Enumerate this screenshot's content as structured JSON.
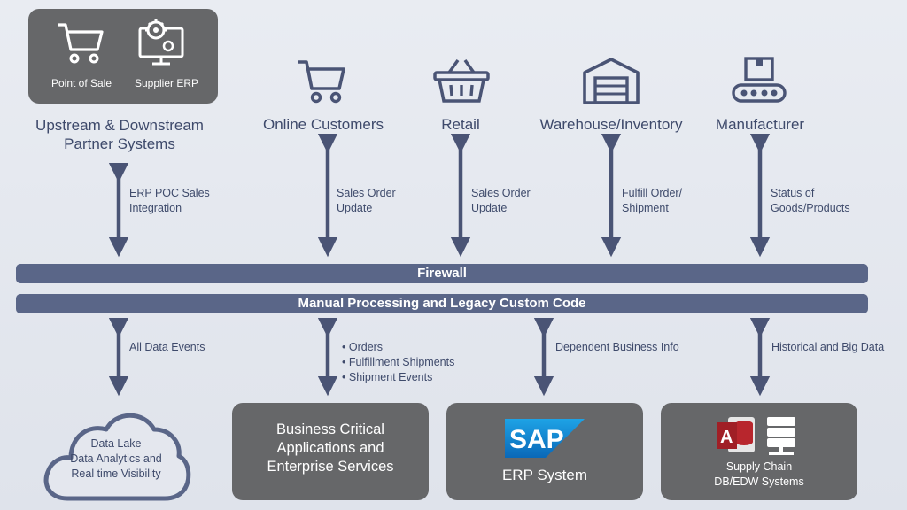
{
  "partner_box": {
    "items": [
      {
        "label": "Point of Sale",
        "icon": "cart-icon"
      },
      {
        "label": "Supplier ERP",
        "icon": "monitor-gear-icon"
      }
    ]
  },
  "entities": {
    "upstream": "Upstream & Downstream Partner Systems",
    "online": "Online Customers",
    "retail": "Retail",
    "warehouse": "Warehouse/Inventory",
    "manufacturer": "Manufacturer"
  },
  "upper_edges": {
    "upstream": "ERP POC Sales Integration",
    "online": "Sales Order Update",
    "retail": "Sales Order Update",
    "warehouse": "Fulfill Order/ Shipment",
    "manufacturer": "Status of Goods/Products"
  },
  "bars": {
    "firewall": "Firewall",
    "manual": "Manual Processing and Legacy Custom Code"
  },
  "lower_edges": {
    "datalake": "All Data Events",
    "business": [
      "Orders",
      "Fulfillment Shipments",
      "Shipment Events"
    ],
    "erp": "Dependent Business Info",
    "supply": "Historical and Big Data"
  },
  "bottom": {
    "datalake": [
      "Data Lake",
      "Data Analytics and",
      "Real time Visibility"
    ],
    "business": "Business Critical Applications and Enterprise Services",
    "erp": "ERP System",
    "sap_logo": "SAP",
    "supply": [
      "Supply Chain",
      "DB/EDW Systems"
    ]
  },
  "colors": {
    "accent": "#4a5475",
    "bar": "#5a6688",
    "box": "#666769"
  }
}
